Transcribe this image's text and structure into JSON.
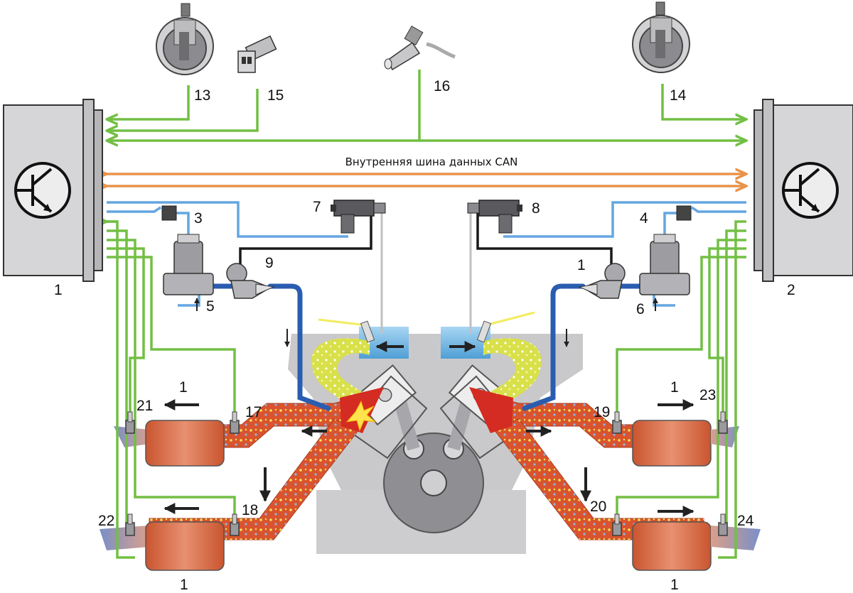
{
  "bus_label": "Внутренняя шина данных CAN",
  "labels": {
    "l1_left": "1",
    "l2": "2",
    "l3": "3",
    "l4": "4",
    "l5": "5",
    "l6": "6",
    "l7": "7",
    "l8": "8",
    "l9": "9",
    "l1_valve": "1",
    "l13": "13",
    "l14": "14",
    "l15": "15",
    "l16": "16",
    "l17": "17",
    "l18": "18",
    "l19": "19",
    "l20": "20",
    "l21": "21",
    "l22": "22",
    "l23": "23",
    "l24": "24",
    "l1_cat_tl": "1",
    "l1_cat_tr": "1",
    "l1_cat_bl": "1",
    "l1_cat_br": "1"
  },
  "colors": {
    "sensor_line": "#72bf44",
    "can_bus": "#e8934a",
    "air_line": "#64a6e0",
    "control_line": "#1a1a1a",
    "exhaust": "#d9542e",
    "secondary_air_pipe": "#2a5db0",
    "engine_block": "#c9c9cb",
    "air_box": "#6fb8e6",
    "mixture": "#d8e04a"
  },
  "icons": {
    "control_unit": "transistor-icon",
    "maf_sensor": "air-mass-meter-icon",
    "temp_sensor": "temperature-sensor-icon",
    "speed_sensor": "engine-speed-sensor-icon",
    "valve": "solenoid-valve-icon",
    "pump": "secondary-air-pump-icon",
    "lambda": "lambda-probe-icon",
    "catalyst": "catalytic-converter-icon"
  }
}
